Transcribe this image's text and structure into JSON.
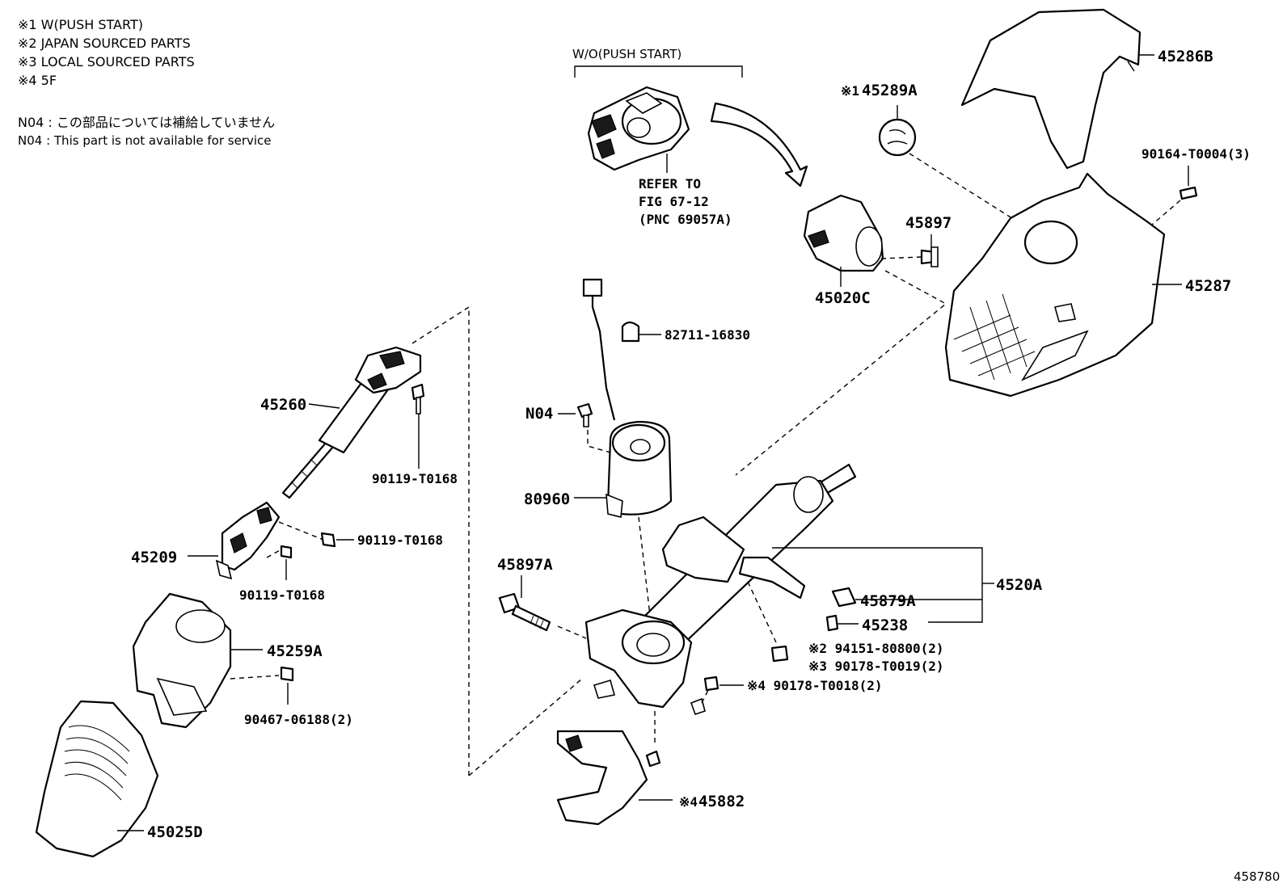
{
  "notes": {
    "line1": "※1 W(PUSH START)",
    "line2": "※2 JAPAN SOURCED PARTS",
    "line3": "※3 LOCAL SOURCED PARTS",
    "line4": "※4 5F",
    "n04_jp": "N04 : この部品については補給していません",
    "n04_en": "N04 : This part is not available for service"
  },
  "wo_push_start": "W/O(PUSH START)",
  "refer": {
    "line1": "REFER TO",
    "line2": "FIG 67-12",
    "line3": "(PNC 69057A)"
  },
  "parts": {
    "p45286B": "45286B",
    "p45289A": "45289A",
    "p45289A_mark": "※1",
    "p90164": "90164-T0004(3)",
    "p45897": "45897",
    "p45287": "45287",
    "p45020C": "45020C",
    "p82711": "82711-16830",
    "pN04": "N04",
    "p80960": "80960",
    "p45260": "45260",
    "p90119_a": "90119-T0168",
    "p90119_b": "90119-T0168",
    "p90119_c": "90119-T0168",
    "p45209": "45209",
    "p45259A": "45259A",
    "p90467": "90467-06188(2)",
    "p45025D": "45025D",
    "p45897A": "45897A",
    "p4520A": "4520A",
    "p45879A": "45879A",
    "p45238": "45238",
    "p94151": "※2 94151-80800(2)",
    "p90178_19": "※3 90178-T0019(2)",
    "p90178_18": "※4 90178-T0018(2)",
    "p45882": "45882",
    "p45882_mark": "※4"
  },
  "diagram_id": "458780"
}
